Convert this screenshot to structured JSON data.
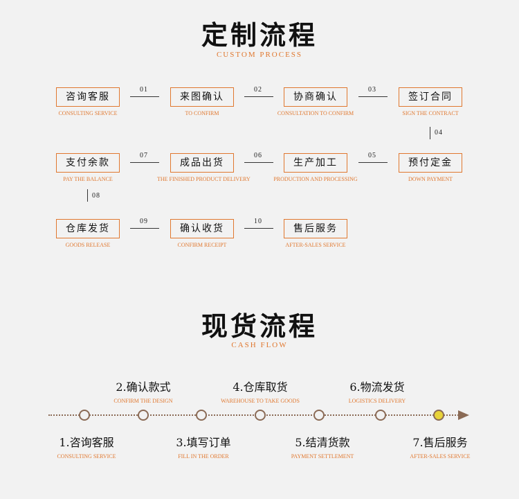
{
  "custom": {
    "title": "定制流程",
    "subtitle": "CUSTOM PROCESS",
    "steps": [
      {
        "cn": "咨询客服",
        "en": "CONSULTING SERVICE"
      },
      {
        "cn": "来图确认",
        "en": "TO CONFIRM"
      },
      {
        "cn": "协商确认",
        "en": "CONSULTATION TO CONFIRM"
      },
      {
        "cn": "签订合同",
        "en": "SIGN THE CONTRACT"
      },
      {
        "cn": "预付定金",
        "en": "DOWN PAYMENT"
      },
      {
        "cn": "生产加工",
        "en": "PRODUCTION AND PROCESSING"
      },
      {
        "cn": "成品出货",
        "en": "THE FINISHED PRODUCT DELIVERY"
      },
      {
        "cn": "支付余款",
        "en": "PAY THE BALANCE"
      },
      {
        "cn": "仓库发货",
        "en": "GOODS RELEASE"
      },
      {
        "cn": "确认收货",
        "en": "CONFIRM RECEIPT"
      },
      {
        "cn": "售后服务",
        "en": "AFTER-SALES SERVICE"
      }
    ],
    "numbers": [
      "01",
      "02",
      "03",
      "04",
      "05",
      "06",
      "07",
      "08",
      "09",
      "10"
    ]
  },
  "cash": {
    "title": "现货流程",
    "subtitle": "CASH FLOW",
    "top": [
      {
        "cn": "2.确认款式",
        "en": "CONFIRM THE DESIGN"
      },
      {
        "cn": "4.仓库取货",
        "en": "WAREHOUSE TO TAKE GOODS"
      },
      {
        "cn": "6.物流发货",
        "en": "LOGISTICS DELIVERY"
      }
    ],
    "bottom": [
      {
        "cn": "1.咨询客服",
        "en": "CONSULTING SERVICE"
      },
      {
        "cn": "3.填写订单",
        "en": "FILL IN THE ORDER"
      },
      {
        "cn": "5.结清货款",
        "en": "PAYMENT SETTLEMENT"
      },
      {
        "cn": "7.售后服务",
        "en": "AFTER-SALES SERVICE"
      }
    ],
    "active_color": "#e8d33a",
    "accent_color": "#e0772e"
  }
}
